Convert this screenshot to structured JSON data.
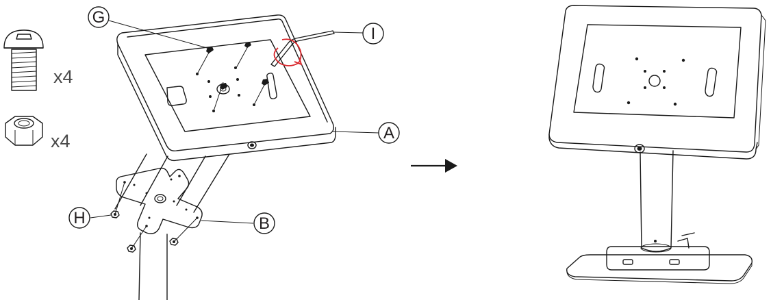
{
  "callouts": {
    "G": "G",
    "I": "I",
    "A": "A",
    "H": "H",
    "B": "B"
  },
  "parts": {
    "screw_qty": "x4",
    "nut_qty": "x4"
  },
  "colors": {
    "line": "#1a1a1a",
    "rotation_arrow": "#d9252a",
    "background": "#ffffff"
  },
  "icons": {
    "screw": "screw-icon",
    "nut": "hex-nut-icon",
    "arrow": "right-arrow-icon",
    "rotation": "rotation-arrow-icon"
  }
}
